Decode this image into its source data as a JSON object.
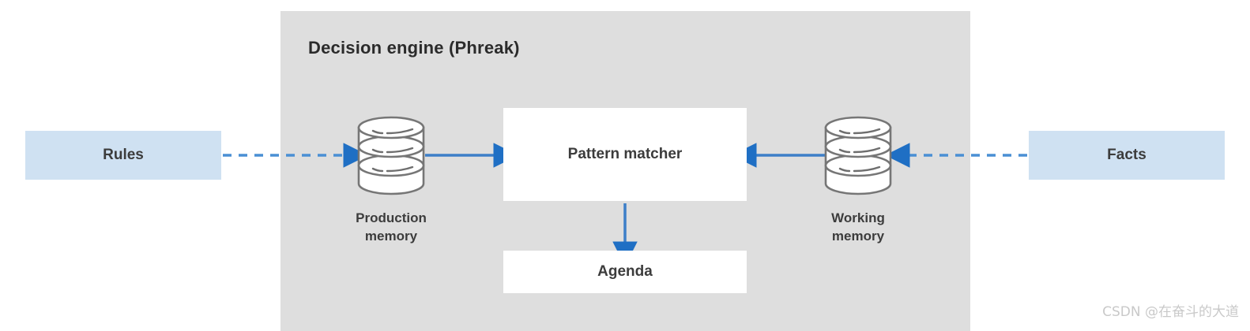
{
  "diagram": {
    "title": "Decision engine (Phreak)",
    "panel_color": "#dedede",
    "accent_color": "#1f6fc4",
    "box_fill": "#cfe1f2"
  },
  "nodes": {
    "rules": {
      "label": "Rules",
      "type": "input-box"
    },
    "facts": {
      "label": "Facts",
      "type": "input-box"
    },
    "production_memory": {
      "label_line1": "Production",
      "label_line2": "memory",
      "type": "database"
    },
    "working_memory": {
      "label_line1": "Working",
      "label_line2": "memory",
      "type": "database"
    },
    "pattern_matcher": {
      "label": "Pattern matcher",
      "type": "process-box"
    },
    "agenda": {
      "label": "Agenda",
      "type": "process-box"
    }
  },
  "connectors": [
    {
      "name": "rules-to-production-memory",
      "style": "dashed",
      "direction": "right"
    },
    {
      "name": "production-memory-to-pattern-matcher",
      "style": "solid",
      "direction": "right"
    },
    {
      "name": "facts-to-working-memory",
      "style": "dashed",
      "direction": "left"
    },
    {
      "name": "working-memory-to-pattern-matcher",
      "style": "solid",
      "direction": "left"
    },
    {
      "name": "pattern-matcher-to-agenda",
      "style": "solid",
      "direction": "down"
    }
  ],
  "watermark": {
    "text": "CSDN @在奋斗的大道"
  }
}
